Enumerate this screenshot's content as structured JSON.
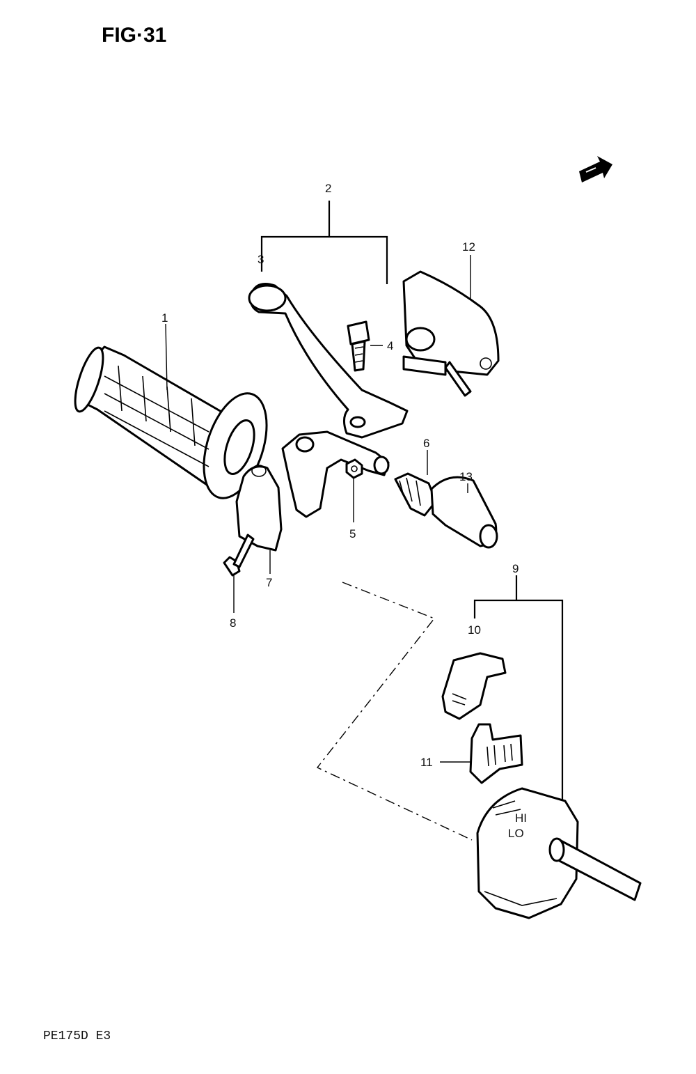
{
  "figure": {
    "title": "FIG·31",
    "footer_code": "PE175D E3"
  },
  "callouts": {
    "c1": "1",
    "c2": "2",
    "c3": "3",
    "c4": "4",
    "c5": "5",
    "c6": "6",
    "c7": "7",
    "c8": "8",
    "c9": "9",
    "c10": "10",
    "c11": "11",
    "c12": "12",
    "c13": "13"
  },
  "switch_markings": {
    "hi": "HI",
    "lo": "LO"
  },
  "icons": {
    "direction": "front-arrow-icon"
  }
}
